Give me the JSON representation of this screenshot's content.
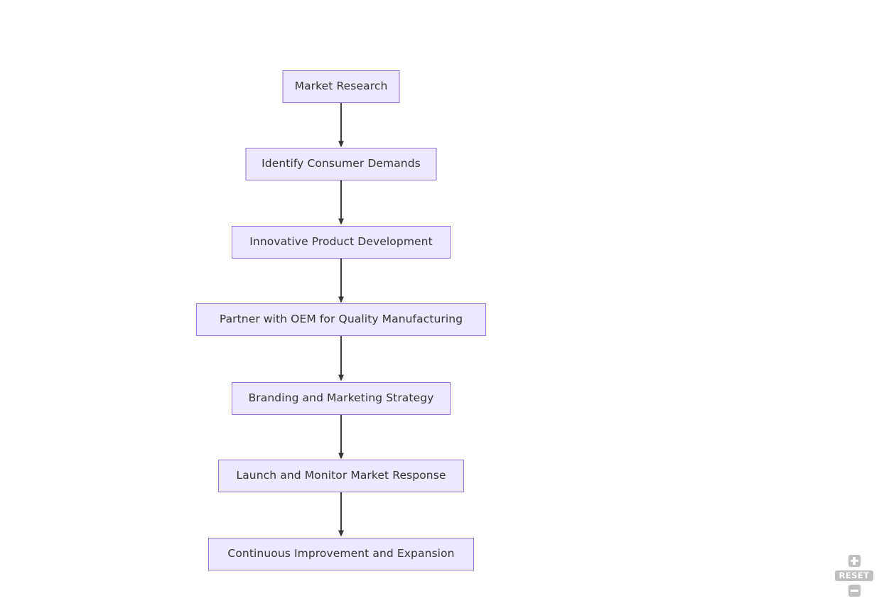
{
  "diagram": {
    "type": "flowchart",
    "direction": "top-down",
    "background_color": "#ffffff",
    "node_fill_color": "#ECE8FD",
    "node_border_color": "#9370DB",
    "node_text_color": "#333333",
    "edge_color": "#333333",
    "nodes": [
      {
        "id": "n0",
        "label": "Market Research"
      },
      {
        "id": "n1",
        "label": "Identify Consumer Demands"
      },
      {
        "id": "n2",
        "label": "Innovative Product Development"
      },
      {
        "id": "n3",
        "label": "Partner with OEM for Quality Manufacturing"
      },
      {
        "id": "n4",
        "label": "Branding and Marketing Strategy"
      },
      {
        "id": "n5",
        "label": "Launch and Monitor Market Response"
      },
      {
        "id": "n6",
        "label": "Continuous Improvement and Expansion"
      }
    ],
    "edges": [
      {
        "from": "n0",
        "to": "n1",
        "label": "",
        "arrow": "single"
      },
      {
        "from": "n1",
        "to": "n2",
        "label": "",
        "arrow": "single"
      },
      {
        "from": "n2",
        "to": "n3",
        "label": "",
        "arrow": "single"
      },
      {
        "from": "n3",
        "to": "n4",
        "label": "",
        "arrow": "single"
      },
      {
        "from": "n4",
        "to": "n5",
        "label": "",
        "arrow": "single"
      },
      {
        "from": "n5",
        "to": "n6",
        "label": "",
        "arrow": "single"
      }
    ]
  },
  "zoom_controls": {
    "zoom_in_label": "+",
    "reset_label": "RESET",
    "zoom_out_label": "−",
    "button_color": "#BFBFBF"
  }
}
